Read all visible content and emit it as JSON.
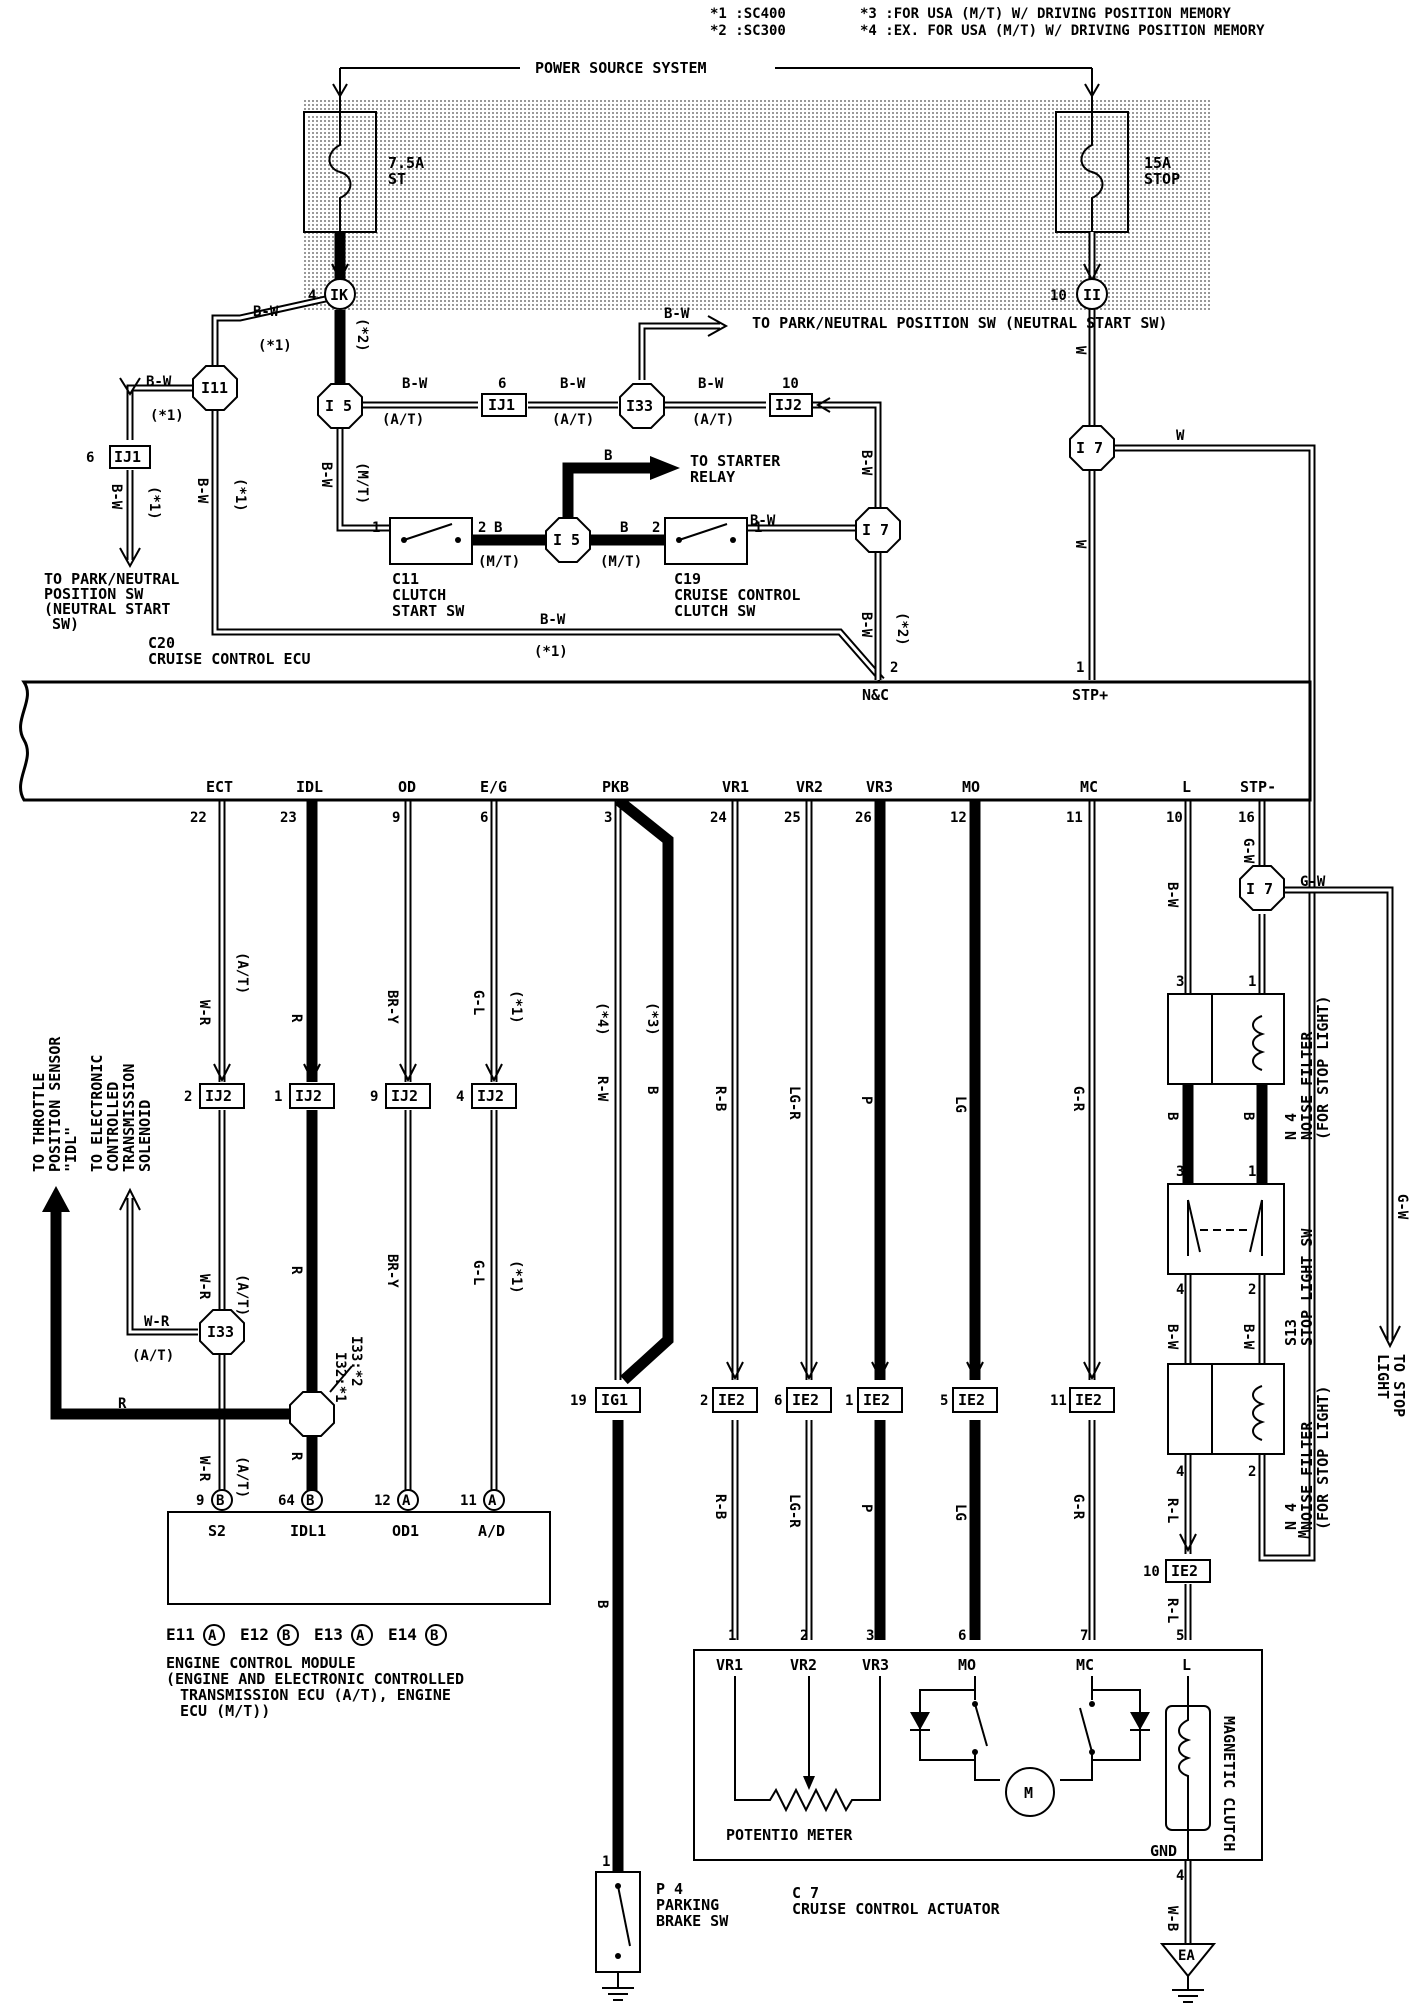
{
  "notes": [
    "*1 :SC400",
    "*2 :SC300",
    "*3 :FOR USA (M/T) W/ DRIVING POSITION MEMORY",
    "*4 :EX. FOR USA (M/T) W/ DRIVING POSITION MEMORY"
  ],
  "power_source": "POWER SOURCE SYSTEM",
  "fuses": [
    {
      "rating": "7.5A",
      "name": "ST"
    },
    {
      "rating": "15A",
      "name": "STOP"
    }
  ],
  "ecu": {
    "id": "C20",
    "name": "CRUISE CONTROL ECU",
    "top_terminals": [
      {
        "pin": "2",
        "name": "N&C"
      },
      {
        "pin": "1",
        "name": "STP+"
      }
    ],
    "bottom_terminals": [
      {
        "pin": "22",
        "name": "ECT"
      },
      {
        "pin": "23",
        "name": "IDL"
      },
      {
        "pin": "9",
        "name": "OD"
      },
      {
        "pin": "6",
        "name": "E/G"
      },
      {
        "pin": "3",
        "name": "PKB"
      },
      {
        "pin": "24",
        "name": "VR1"
      },
      {
        "pin": "25",
        "name": "VR2"
      },
      {
        "pin": "26",
        "name": "VR3"
      },
      {
        "pin": "12",
        "name": "MO"
      },
      {
        "pin": "11",
        "name": "MC"
      },
      {
        "pin": "10",
        "name": "L"
      },
      {
        "pin": "16",
        "name": "STP-"
      }
    ]
  },
  "junctions": {
    "ik": "IK",
    "ii": "II",
    "i11": "I11",
    "i5a": "I 5",
    "i5b": "I 5",
    "i33a": "I33",
    "i33b": "I33",
    "i7a": "I 7",
    "i7b": "I 7",
    "i7c": "I 7"
  },
  "connectors": {
    "ij1a": "IJ1",
    "ij1b": "IJ1",
    "ij2a": "IJ2",
    "ij2_ect": "IJ2",
    "ij2_idl": "IJ2",
    "ij2_od": "IJ2",
    "ij2_eg": "IJ2",
    "ig1": "IG1",
    "ie2_vr1": "IE2",
    "ie2_vr2": "IE2",
    "ie2_vr3": "IE2",
    "ie2_mo": "IE2",
    "ie2_mc": "IE2",
    "ie2_l": "IE2"
  },
  "wire_colors": {
    "bw": "B-W",
    "w": "W",
    "b": "B",
    "wr": "W-R",
    "r": "R",
    "bry": "BR-Y",
    "gl": "G-L",
    "rw": "R-W",
    "rb": "R-B",
    "lgr": "LG-R",
    "p": "P",
    "lg": "LG",
    "gr": "G-R",
    "gw": "G-W",
    "rl": "R-L",
    "wb": "W-B"
  },
  "variants": {
    "at": "(A/T)",
    "mt": "(M/T)",
    "s1": "(*1)",
    "s2": "(*2)",
    "s3": "(*3)",
    "s4": "(*4)"
  },
  "pins": {
    "p1": "1",
    "p2": "2",
    "p3": "3",
    "p4": "4",
    "p5": "5",
    "p6": "6",
    "p7": "7",
    "p9": "9",
    "p10": "10",
    "p11": "11",
    "p12": "12",
    "p19": "19",
    "p64": "64"
  },
  "destinations": {
    "park_neutral_top": "TO PARK/NEUTRAL POSITION SW (NEUTRAL START SW)",
    "park_neutral_left": [
      "TO PARK/NEUTRAL",
      "POSITION SW",
      "(NEUTRAL START",
      "SW)"
    ],
    "starter_relay": [
      "TO STARTER",
      "RELAY"
    ],
    "throttle": [
      "TO THROTTLE",
      "POSITION SENSOR",
      "\"IDL\""
    ],
    "ect_solenoid": [
      "TO ELECTRONIC",
      "CONTROLLED",
      "TRANSMISSION",
      "SOLENOID"
    ],
    "stop_light": [
      "TO STOP",
      "LIGHT"
    ]
  },
  "components": {
    "c11": {
      "id": "C11",
      "name_1": "CLUTCH",
      "name_2": "START SW"
    },
    "c19": {
      "id": "C19",
      "name_1": "CRUISE CONTROL",
      "name_2": "CLUTCH SW"
    },
    "n4a": {
      "id": "N 4",
      "name_1": "NOISE FILTER",
      "name_2": "(FOR STOP LIGHT)"
    },
    "s13": {
      "id": "S13",
      "name": "STOP LIGHT SW"
    },
    "n4b": {
      "id": "N 4",
      "name_1": "NOISE FILTER",
      "name_2": "(FOR STOP LIGHT)"
    },
    "p4": {
      "id": "P 4",
      "name_1": "PARKING",
      "name_2": "BRAKE SW"
    },
    "c7": {
      "id": "C 7",
      "name": "CRUISE CONTROL ACTUATOR",
      "potentio": "POTENTIO METER",
      "clutch": "MAGNETIC CLUTCH",
      "motor": "M",
      "gnd": "GND"
    }
  },
  "ecm": {
    "terminals": [
      {
        "pin": "9",
        "conn": "B",
        "name": "S2"
      },
      {
        "pin": "64",
        "conn": "B",
        "name": "IDL1"
      },
      {
        "pin": "12",
        "conn": "A",
        "name": "OD1"
      },
      {
        "pin": "11",
        "conn": "A",
        "name": "A/D"
      }
    ],
    "connectors": [
      {
        "id": "E11",
        "letter": "A"
      },
      {
        "id": "E12",
        "letter": "B"
      },
      {
        "id": "E13",
        "letter": "A"
      },
      {
        "id": "E14",
        "letter": "B"
      }
    ],
    "name_lines": [
      "ENGINE CONTROL MODULE",
      "(ENGINE AND ELECTRONIC CONTROLLED",
      "TRANSMISSION ECU (A/T), ENGINE",
      "ECU (M/T))"
    ],
    "joint_note_1": "I32:*1",
    "joint_note_2": "I33:*2"
  },
  "actuator_terminals": [
    "VR1",
    "VR2",
    "VR3",
    "MO",
    "MC",
    "L"
  ],
  "ground": "EA"
}
